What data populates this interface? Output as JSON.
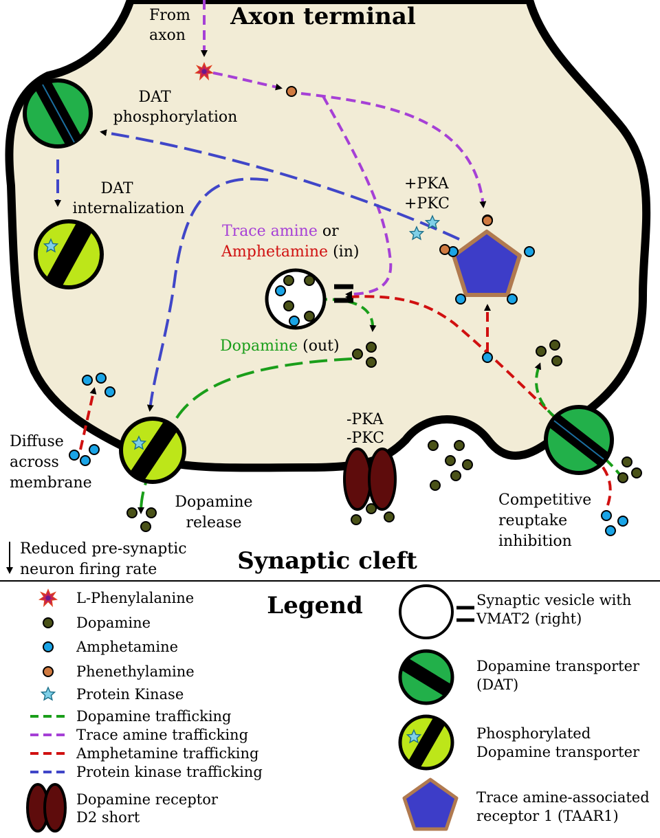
{
  "title_top": "Axon terminal",
  "title_bottom": "Synaptic cleft",
  "legend_title": "Legend",
  "labels": {
    "from_axon_1": "From",
    "from_axon_2": "axon",
    "dat_phos_1": "DAT",
    "dat_phos_2": "phosphorylation",
    "dat_int_1": "DAT",
    "dat_int_2": "internalization",
    "pka_plus": "+PKA",
    "pkc_plus": "+PKC",
    "trace_amine": "Trace amine",
    "or_word": " or",
    "amphetamine": "Amphetamine",
    "in_word": " (in)",
    "dopamine": "Dopamine",
    "out_word": " (out)",
    "pka_minus": "-PKA",
    "pkc_minus": "-PKC",
    "diffuse_1": "Diffuse",
    "diffuse_2": "across",
    "diffuse_3": "membrane",
    "release_1": "Dopamine",
    "release_2": "release",
    "competitive_1": "Competitive",
    "competitive_2": "reuptake",
    "competitive_3": "inhibition",
    "reduced_1": "Reduced pre-synaptic",
    "reduced_2": "neuron firing rate"
  },
  "legend_left": [
    {
      "icon": "l-phenylalanine-icon",
      "label": "L-Phenylalanine"
    },
    {
      "icon": "dopamine-molecule-icon",
      "label": "Dopamine"
    },
    {
      "icon": "amphetamine-molecule-icon",
      "label": "Amphetamine"
    },
    {
      "icon": "phenethylamine-molecule-icon",
      "label": "Phenethylamine"
    },
    {
      "icon": "protein-kinase-icon",
      "label": "Protein Kinase"
    },
    {
      "icon": "dopamine-trafficking-line",
      "label": "Dopamine trafficking"
    },
    {
      "icon": "trace-amine-trafficking-line",
      "label": "Trace amine trafficking"
    },
    {
      "icon": "amphetamine-trafficking-line",
      "label": "Amphetamine trafficking"
    },
    {
      "icon": "protein-kinase-trafficking-line",
      "label": "Protein kinase trafficking"
    }
  ],
  "legend_receptor": {
    "line1": "Dopamine receptor",
    "line2": "D2 short"
  },
  "legend_right": [
    {
      "line1": "Synaptic vesicle with",
      "line2": "VMAT2 (right)"
    },
    {
      "line1": "Dopamine transporter",
      "line2": "(DAT)"
    },
    {
      "line1": "Phosphorylated",
      "line2": "Dopamine transporter"
    },
    {
      "line1": "Trace amine-associated",
      "line2": "receptor 1 (TAAR1)"
    }
  ],
  "colors": {
    "cytoplasm": "#f2ecd6",
    "dopamine_line": "#1a9e1a",
    "trace_amine_line": "#a640d6",
    "amphetamine_line": "#d01010",
    "kinase_line": "#4046c8",
    "dat": "#22b04a",
    "dat_phos": "#bde619",
    "taar1": "#3d3dc8",
    "taar1_border": "#b07a50",
    "dopamine_dot": "#4a5218",
    "amphetamine_dot": "#1aa4e6",
    "phenethylamine_dot": "#d07a40",
    "receptor": "#5e0c0c",
    "kinase_star": "#7fd0e8"
  }
}
